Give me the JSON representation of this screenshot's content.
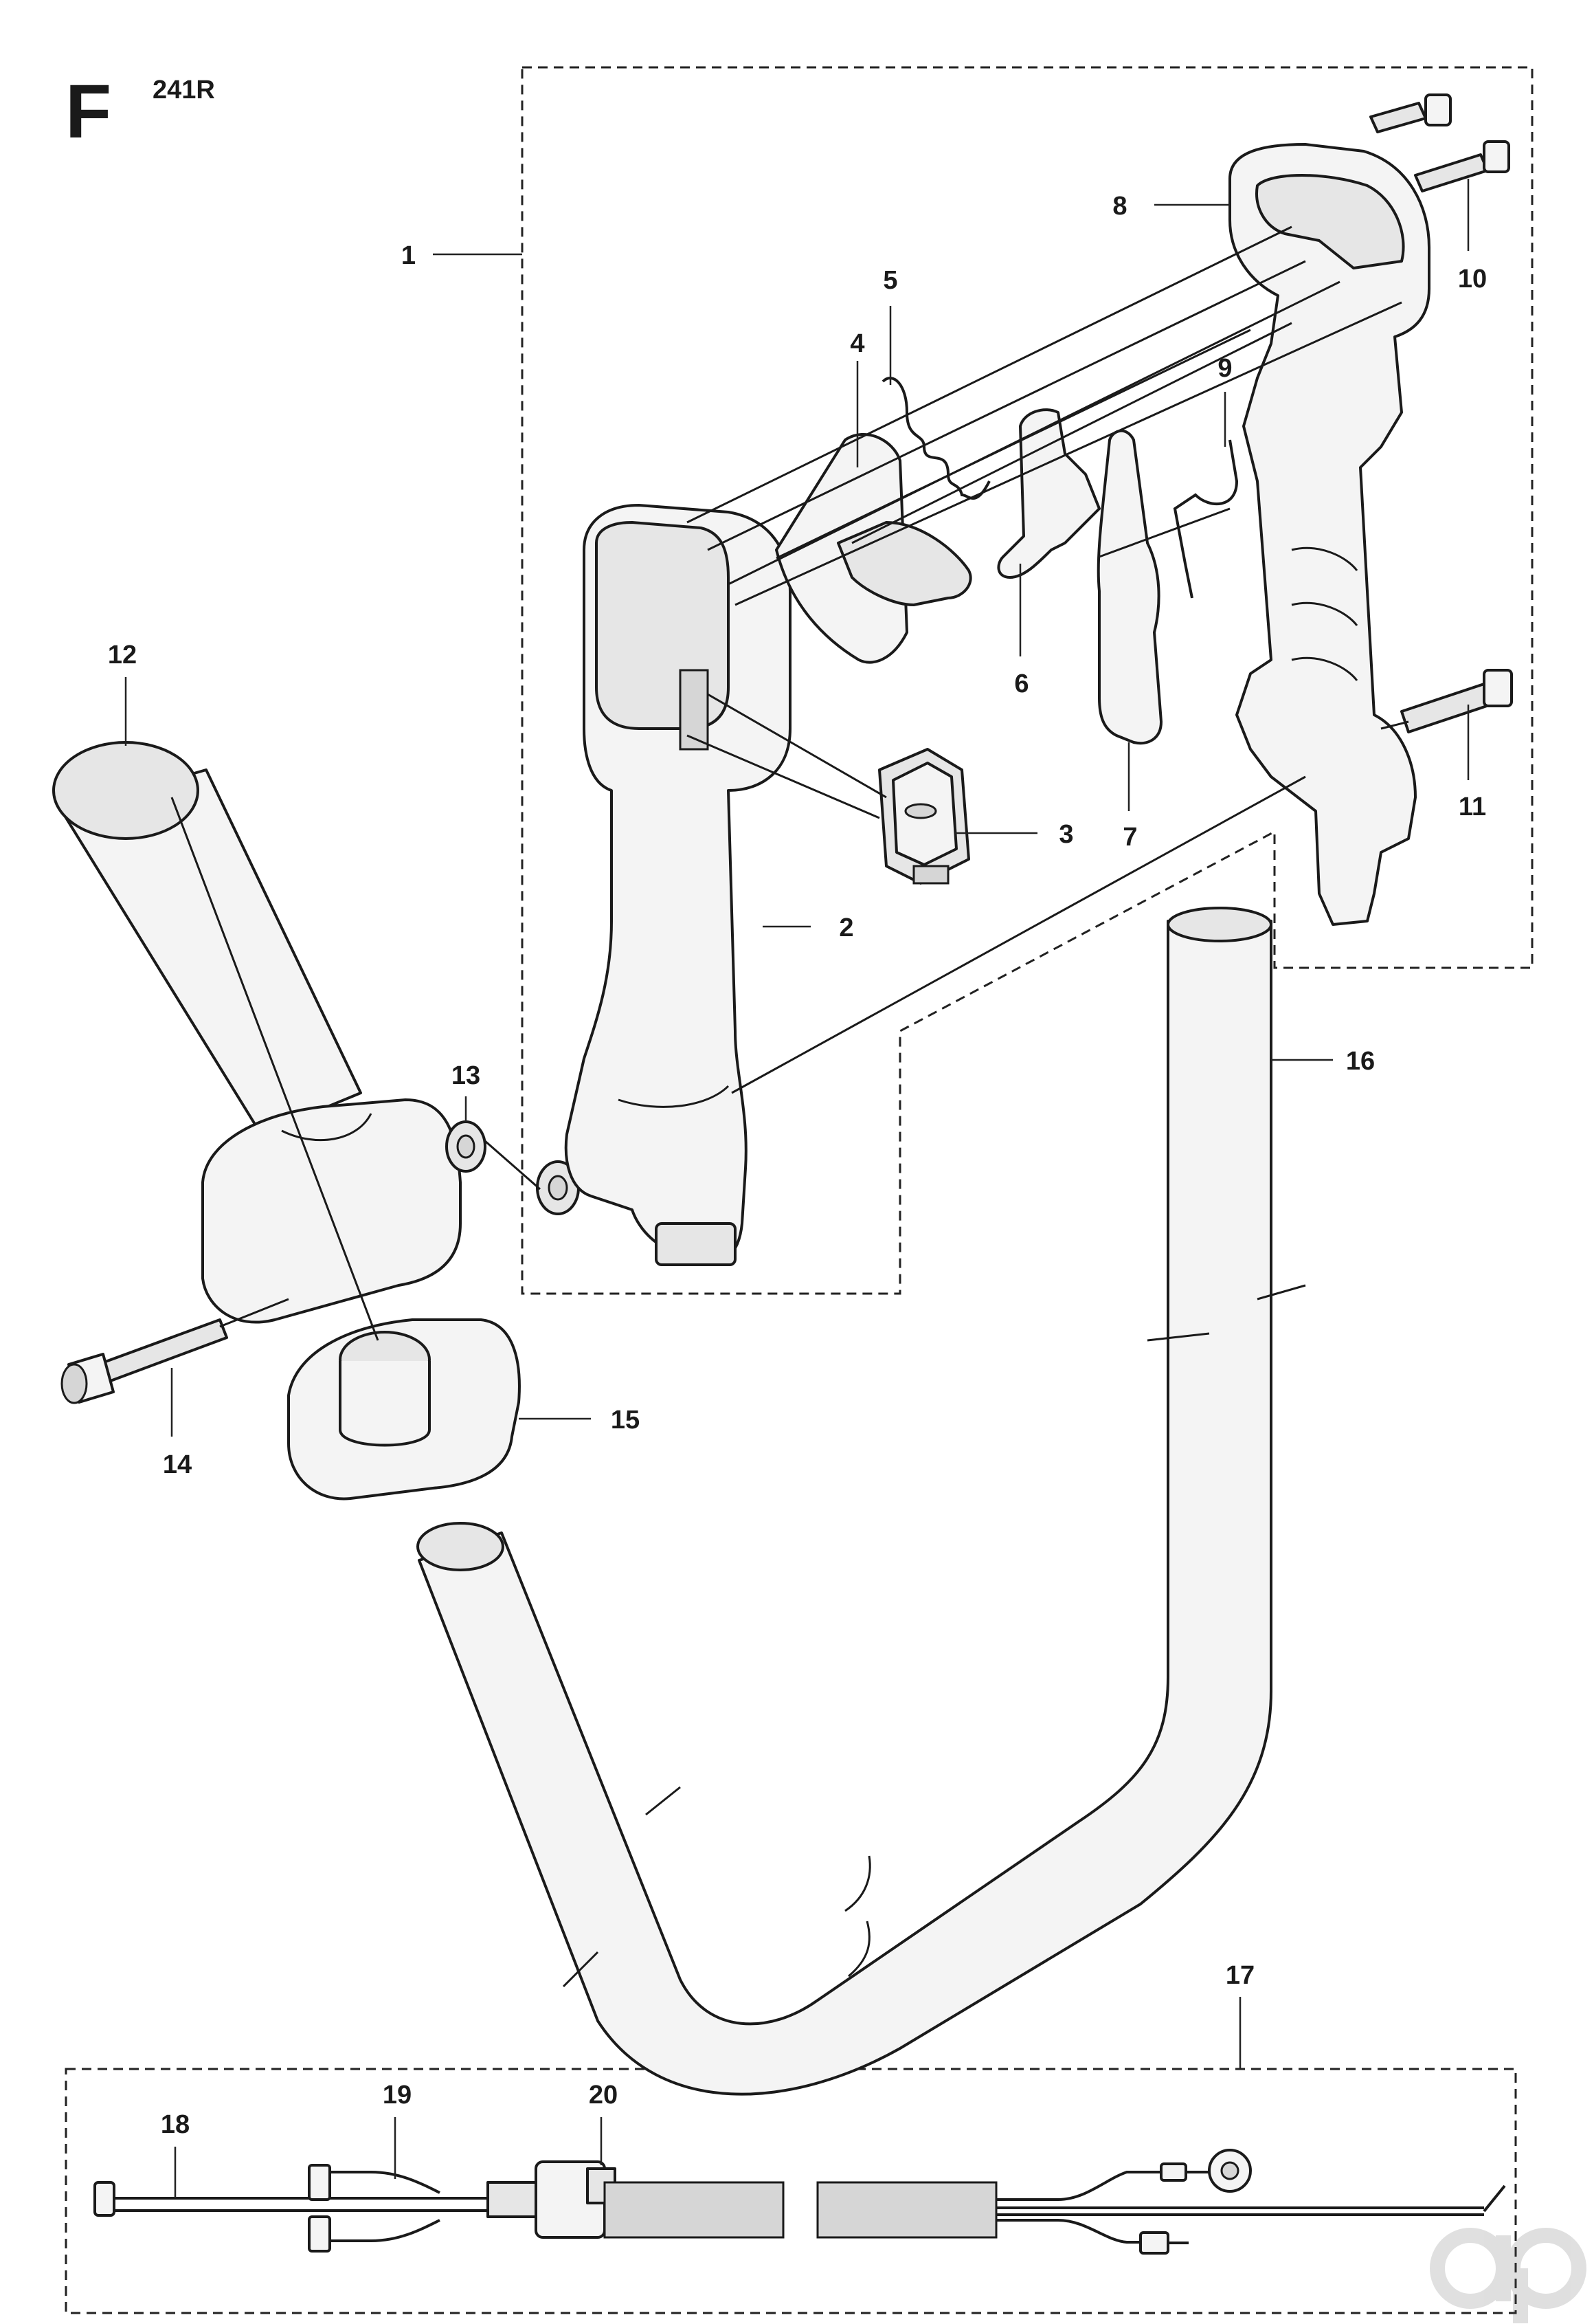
{
  "header": {
    "section_letter": "F",
    "model": "241R"
  },
  "callouts": [
    {
      "id": "c1",
      "label": "1"
    },
    {
      "id": "c2",
      "label": "2"
    },
    {
      "id": "c3",
      "label": "3"
    },
    {
      "id": "c4",
      "label": "4"
    },
    {
      "id": "c5",
      "label": "5"
    },
    {
      "id": "c6",
      "label": "6"
    },
    {
      "id": "c7",
      "label": "7"
    },
    {
      "id": "c8",
      "label": "8"
    },
    {
      "id": "c9",
      "label": "9"
    },
    {
      "id": "c10",
      "label": "10"
    },
    {
      "id": "c11",
      "label": "11"
    },
    {
      "id": "c12",
      "label": "12"
    },
    {
      "id": "c13",
      "label": "13"
    },
    {
      "id": "c14",
      "label": "14"
    },
    {
      "id": "c15",
      "label": "15"
    },
    {
      "id": "c16",
      "label": "16"
    },
    {
      "id": "c17",
      "label": "17"
    },
    {
      "id": "c18",
      "label": "18"
    },
    {
      "id": "c19",
      "label": "19"
    },
    {
      "id": "c20",
      "label": "20"
    }
  ]
}
